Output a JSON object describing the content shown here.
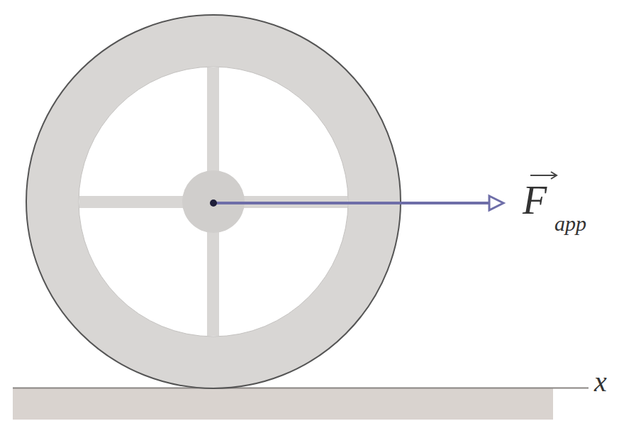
{
  "diagram": {
    "labels": [
      "F",
      "app",
      "x"
    ]
  }
}
